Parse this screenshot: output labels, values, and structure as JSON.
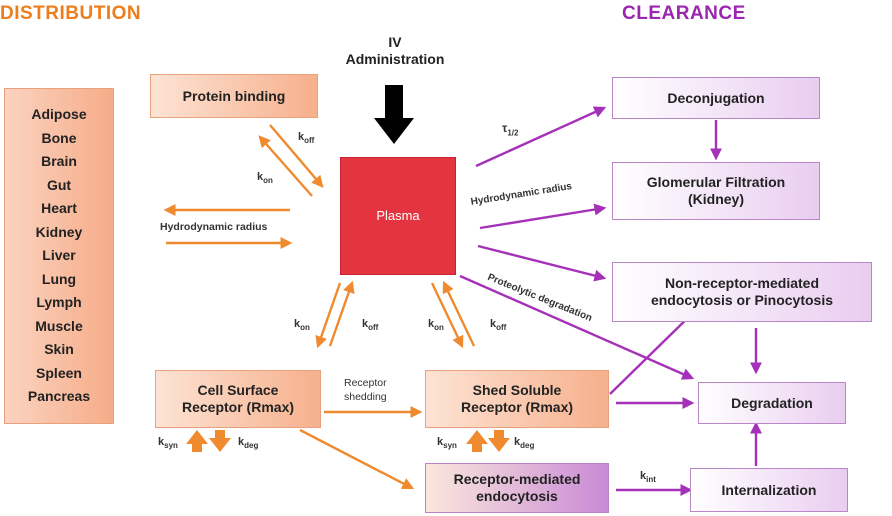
{
  "headings": {
    "distribution": "DISTRIBUTION",
    "clearance": "CLEARANCE"
  },
  "administration": {
    "line1": "IV",
    "line2": "Administration"
  },
  "tissues": [
    "Adipose",
    "Bone",
    "Brain",
    "Gut",
    "Heart",
    "Kidney",
    "Liver",
    "Lung",
    "Lymph",
    "Muscle",
    "Skin",
    "Spleen",
    "Pancreas"
  ],
  "boxes": {
    "protein_binding": "Protein binding",
    "plasma": "Plasma",
    "cell_surface_receptor": {
      "line1": "Cell Surface",
      "line2": "Receptor (Rmax)"
    },
    "shed_soluble_receptor": {
      "line1": "Shed Soluble",
      "line2": "Receptor (Rmax)"
    },
    "receptor_mediated_endocytosis": {
      "line1": "Receptor-mediated",
      "line2": "endocytosis"
    },
    "deconjugation": "Deconjugation",
    "glomerular_filtration": {
      "line1": "Glomerular Filtration",
      "line2": "(Kidney)"
    },
    "non_receptor_endocytosis": {
      "line1": "Non-receptor-mediated",
      "line2": "endocytosis or Pinocytosis"
    },
    "degradation": "Degradation",
    "internalization": "Internalization"
  },
  "labels": {
    "hydrodynamic_radius_left": "Hydrodynamic radius",
    "hydrodynamic_radius_right": "Hydrodynamic radius",
    "proteolytic_degradation": "Proteolytic degradation",
    "receptor_shedding": {
      "line1": "Receptor",
      "line2": "shedding"
    },
    "t_half": {
      "base": "τ",
      "sub": "1/2"
    }
  },
  "rate_constants": {
    "k_on": {
      "base": "k",
      "sub": "on"
    },
    "k_off": {
      "base": "k",
      "sub": "off"
    },
    "k_syn": {
      "base": "k",
      "sub": "syn"
    },
    "k_deg": {
      "base": "k",
      "sub": "deg"
    },
    "k_int": {
      "base": "k",
      "sub": "int"
    }
  },
  "colors": {
    "distribution": "#ee7d1c",
    "clearance": "#9b27b0",
    "plasma": "#e3343f",
    "orange_arrow": "#ef8a2e",
    "purple_arrow": "#a531b8",
    "black_arrow": "#000000"
  }
}
